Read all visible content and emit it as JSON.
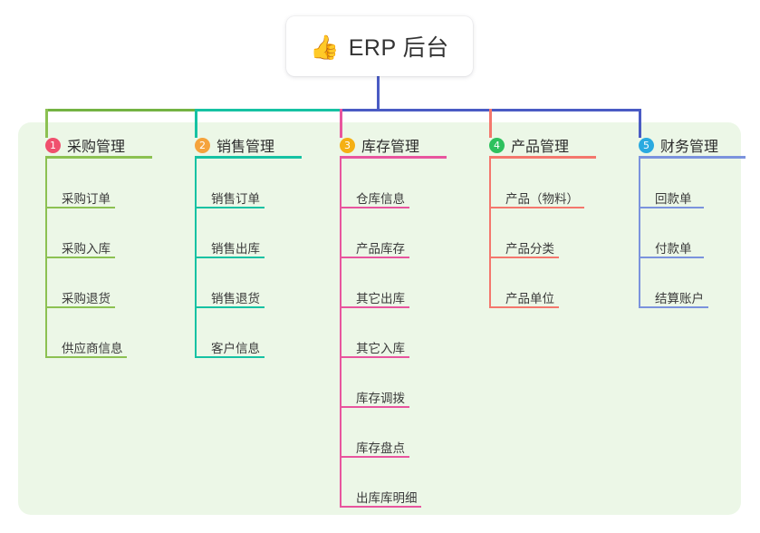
{
  "diagram": {
    "type": "mind-map",
    "background_color": "#ffffff",
    "panel_color": "#ecf7e7",
    "root": {
      "icon": "thumbs-up-emoji",
      "icon_glyph": "👍",
      "title": "ERP 后台",
      "stem_color": "#4a5bc4"
    },
    "bus": {
      "segment_colors": [
        "#74b343",
        "#16c2a3",
        "#4a5bc4"
      ]
    },
    "branches": [
      {
        "index": "1",
        "badge_label": "1",
        "badge_color": "#f0506e",
        "title": "采购管理",
        "line_color": "#8cc152",
        "stub_color": "#8cc152",
        "head_rule_width": 118,
        "items": [
          {
            "label": "采购订单",
            "rule_width": 77
          },
          {
            "label": "采购入库",
            "rule_width": 77
          },
          {
            "label": "采购退货",
            "rule_width": 77
          },
          {
            "label": "供应商信息",
            "rule_width": 90
          }
        ]
      },
      {
        "index": "2",
        "badge_label": "2",
        "badge_color": "#f5a33c",
        "title": "销售管理",
        "line_color": "#16c2a3",
        "stub_color": "#16c2a3",
        "head_rule_width": 118,
        "items": [
          {
            "label": "销售订单",
            "rule_width": 77
          },
          {
            "label": "销售出库",
            "rule_width": 77
          },
          {
            "label": "销售退货",
            "rule_width": 77
          },
          {
            "label": "客户信息",
            "rule_width": 77
          }
        ]
      },
      {
        "index": "3",
        "badge_label": "3",
        "badge_color": "#f5b014",
        "title": "库存管理",
        "line_color": "#e8559e",
        "stub_color": "#e8559e",
        "head_rule_width": 118,
        "items": [
          {
            "label": "仓库信息",
            "rule_width": 77
          },
          {
            "label": "产品库存",
            "rule_width": 77
          },
          {
            "label": "其它出库",
            "rule_width": 77
          },
          {
            "label": "其它入库",
            "rule_width": 77
          },
          {
            "label": "库存调拨",
            "rule_width": 77
          },
          {
            "label": "库存盘点",
            "rule_width": 77
          },
          {
            "label": "出库库明细",
            "rule_width": 90
          }
        ]
      },
      {
        "index": "4",
        "badge_label": "4",
        "badge_color": "#2ec15e",
        "title": "产品管理",
        "line_color": "#f4776d",
        "stub_color": "#f4776d",
        "head_rule_width": 118,
        "items": [
          {
            "label": "产品（物料）",
            "rule_width": 105
          },
          {
            "label": "产品分类",
            "rule_width": 77
          },
          {
            "label": "产品单位",
            "rule_width": 77
          }
        ]
      },
      {
        "index": "5",
        "badge_label": "5",
        "badge_color": "#2aaae0",
        "title": "财务管理",
        "line_color": "#7b93dd",
        "stub_color": "#4a5bc4",
        "head_rule_width": 118,
        "items": [
          {
            "label": "回款单",
            "rule_width": 72
          },
          {
            "label": "付款单",
            "rule_width": 72
          },
          {
            "label": "结算账户",
            "rule_width": 77
          }
        ]
      }
    ]
  }
}
